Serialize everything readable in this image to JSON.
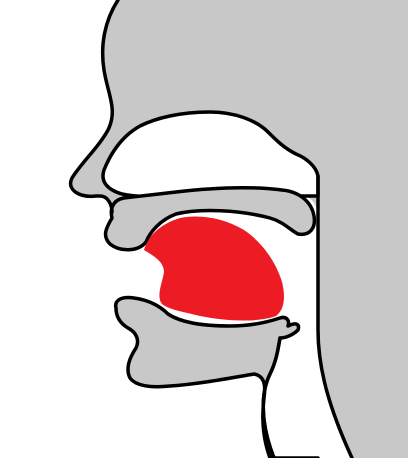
{
  "diagram": {
    "subject": "sagittal-view-vocal-tract",
    "colors": {
      "background": "#ffffff",
      "tissue": "#c8c8c8",
      "outline": "#000000",
      "tongue_highlight": "#ed1c24"
    },
    "parts": [
      "head-profile",
      "nasal-cavity",
      "hard-palate",
      "upper-lip",
      "lower-lip-jaw",
      "tongue",
      "pharynx"
    ]
  }
}
